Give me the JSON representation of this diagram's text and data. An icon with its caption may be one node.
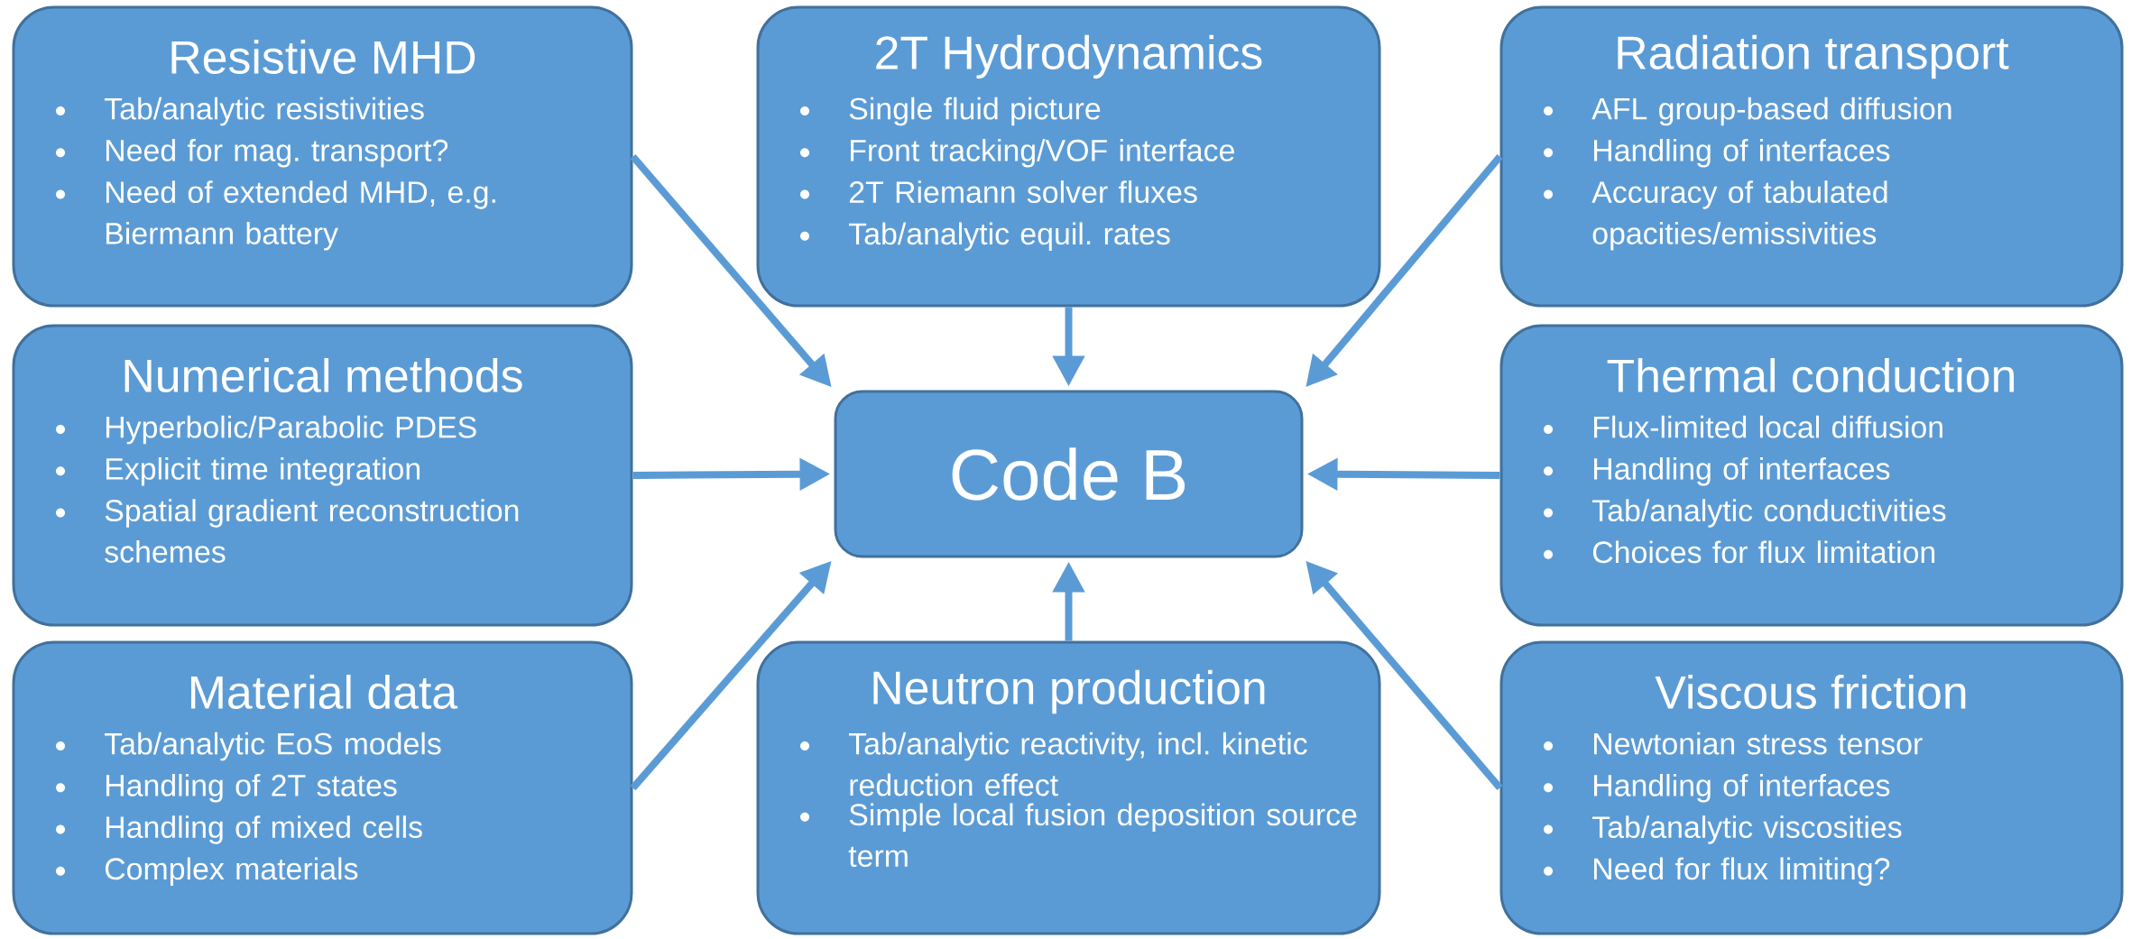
{
  "diagram": {
    "nodes": [
      {
        "text": [
          "Resistive MHD",
          "Tab/analytic resistivities",
          "Need for mag. transport?",
          "Need of extended MHD, e.g. Biermann battery"
        ]
      },
      {
        "text": [
          "2T Hydrodynamics",
          "Single fluid picture",
          "Front tracking/VOF interface",
          "2T Riemann solver fluxes",
          "Tab/analytic equil. rates"
        ]
      },
      {
        "text": [
          "Radiation transport",
          "AFL group-based diffusion",
          "Handling of interfaces",
          "Accuracy of tabulated opacities/emissivities"
        ]
      },
      {
        "text": [
          "Numerical methods",
          "Hyperbolic/Parabolic PDES",
          "Explicit time integration",
          "Spatial gradient reconstruction schemes"
        ]
      },
      {
        "text": [
          "Code B"
        ]
      },
      {
        "text": [
          "Thermal conduction",
          "Flux-limited local diffusion",
          "Handling of interfaces",
          "Tab/analytic conductivities",
          "Choices for flux limitation"
        ]
      },
      {
        "text": [
          "Material data",
          "Tab/analytic EoS models",
          "Handling of 2T states",
          "Handling of mixed cells",
          "Complex materials"
        ]
      },
      {
        "text": [
          "Neutron production",
          "Tab/analytic reactivity, incl. kinetic reduction effect",
          "Simple local fusion deposition source term"
        ]
      },
      {
        "text": [
          "Viscous friction",
          "Newtonian stress tensor",
          "Handling of interfaces",
          "Tab/analytic viscosities",
          "Need for flux limiting?"
        ]
      }
    ],
    "edges": [
      {
        "from": 0,
        "to": 4,
        "arrow": "to"
      },
      {
        "from": 1,
        "to": 4,
        "arrow": "to"
      },
      {
        "from": 2,
        "to": 4,
        "arrow": "to"
      },
      {
        "from": 3,
        "to": 4,
        "arrow": "to"
      },
      {
        "from": 5,
        "to": 4,
        "arrow": "to"
      },
      {
        "from": 6,
        "to": 4,
        "arrow": "to"
      },
      {
        "from": 7,
        "to": 4,
        "arrow": "to"
      },
      {
        "from": 8,
        "to": 4,
        "arrow": "to"
      }
    ]
  }
}
